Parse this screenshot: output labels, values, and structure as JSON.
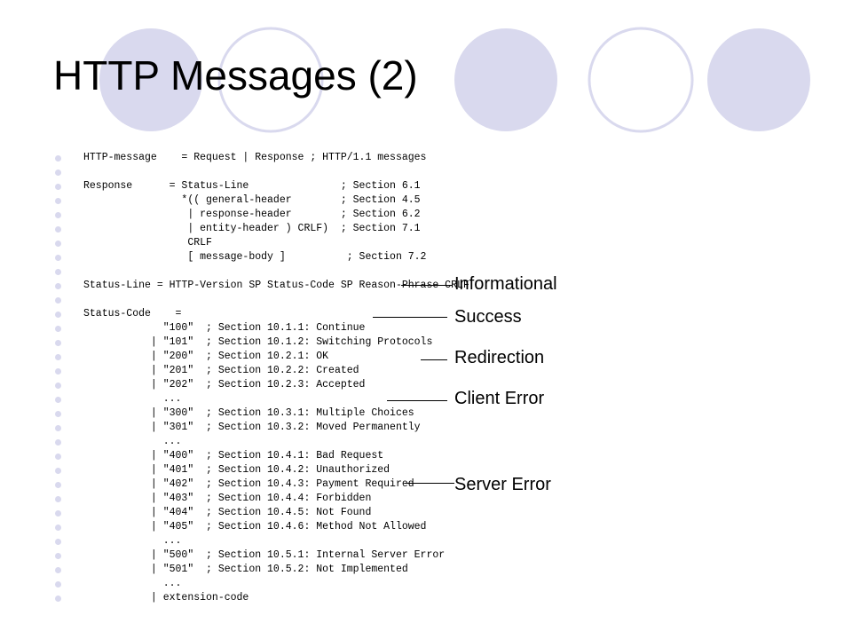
{
  "slide": {
    "title": "HTTP Messages (2)"
  },
  "colors": {
    "circle_fill": "#d9d9ee",
    "circle_outline": "#d9d9ee",
    "bullet": "#d9d9ee",
    "text": "#000000"
  },
  "lines": [
    {
      "text": "HTTP-message    = Request | Response ; HTTP/1.1 messages"
    },
    {
      "text": ""
    },
    {
      "text": "Response      = Status-Line               ; Section 6.1"
    },
    {
      "text": "                *(( general-header        ; Section 4.5"
    },
    {
      "text": "                 | response-header        ; Section 6.2"
    },
    {
      "text": "                 | entity-header ) CRLF)  ; Section 7.1"
    },
    {
      "text": "                 CRLF"
    },
    {
      "text": "                 [ message-body ]          ; Section 7.2"
    },
    {
      "text": ""
    },
    {
      "text": "Status-Line = HTTP-Version SP Status-Code SP Reason-Phrase CRLF"
    },
    {
      "text": ""
    },
    {
      "text": "Status-Code    ="
    },
    {
      "text": "             \"100\"  ; Section 10.1.1: Continue"
    },
    {
      "text": "           | \"101\"  ; Section 10.1.2: Switching Protocols"
    },
    {
      "text": "           | \"200\"  ; Section 10.2.1: OK"
    },
    {
      "text": "           | \"201\"  ; Section 10.2.2: Created"
    },
    {
      "text": "           | \"202\"  ; Section 10.2.3: Accepted"
    },
    {
      "text": "             ..."
    },
    {
      "text": "           | \"300\"  ; Section 10.3.1: Multiple Choices"
    },
    {
      "text": "           | \"301\"  ; Section 10.3.2: Moved Permanently"
    },
    {
      "text": "             ..."
    },
    {
      "text": "           | \"400\"  ; Section 10.4.1: Bad Request"
    },
    {
      "text": "           | \"401\"  ; Section 10.4.2: Unauthorized"
    },
    {
      "text": "           | \"402\"  ; Section 10.4.3: Payment Required"
    },
    {
      "text": "           | \"403\"  ; Section 10.4.4: Forbidden"
    },
    {
      "text": "           | \"404\"  ; Section 10.4.5: Not Found"
    },
    {
      "text": "           | \"405\"  ; Section 10.4.6: Method Not Allowed"
    },
    {
      "text": "             ..."
    },
    {
      "text": "           | \"500\"  ; Section 10.5.1: Internal Server Error"
    },
    {
      "text": "           | \"501\"  ; Section 10.5.2: Not Implemented"
    },
    {
      "text": "             ..."
    },
    {
      "text": "           | extension-code"
    }
  ],
  "annotations": [
    {
      "label": "Informational"
    },
    {
      "label": "Success"
    },
    {
      "label": "Redirection"
    },
    {
      "label": "Client Error"
    },
    {
      "label": "Server Error"
    }
  ]
}
